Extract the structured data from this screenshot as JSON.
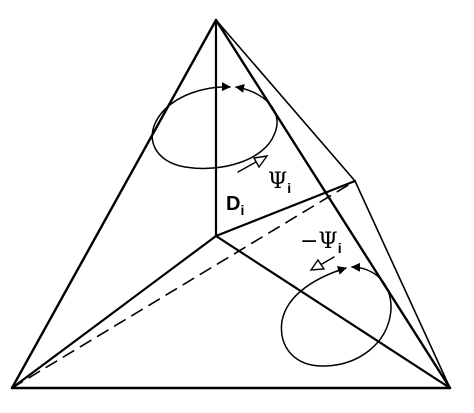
{
  "labels": {
    "d_main": "D",
    "d_sub": "i",
    "psi_main": "Ψ",
    "psi_sub": "i",
    "neg_psi_main": "−Ψ",
    "neg_psi_sub": "i"
  },
  "colors": {
    "line": "#000000",
    "background": "#ffffff"
  }
}
